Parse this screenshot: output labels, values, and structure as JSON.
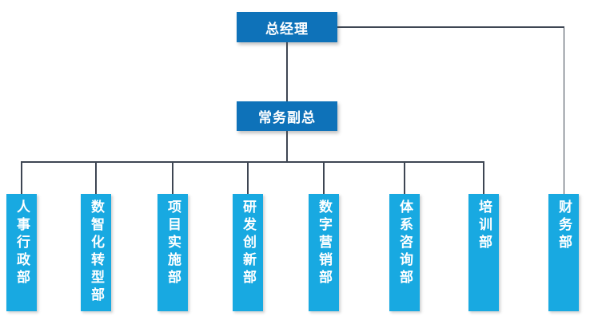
{
  "org_chart": {
    "root": {
      "label": "总经理"
    },
    "deputy": {
      "label": "常务副总"
    },
    "departments": [
      {
        "label": "人事行政部"
      },
      {
        "label": "数智化转型部"
      },
      {
        "label": "项目实施部"
      },
      {
        "label": "研发创新部"
      },
      {
        "label": "数字营销部"
      },
      {
        "label": "体系咨询部"
      },
      {
        "label": "培训部"
      },
      {
        "label": "财务部"
      }
    ],
    "colors": {
      "executive_box": "#0e72b9",
      "department_box": "#18a9e1",
      "connector_line": "#3e4653",
      "text": "#ffffff",
      "background": "#ffffff"
    }
  }
}
